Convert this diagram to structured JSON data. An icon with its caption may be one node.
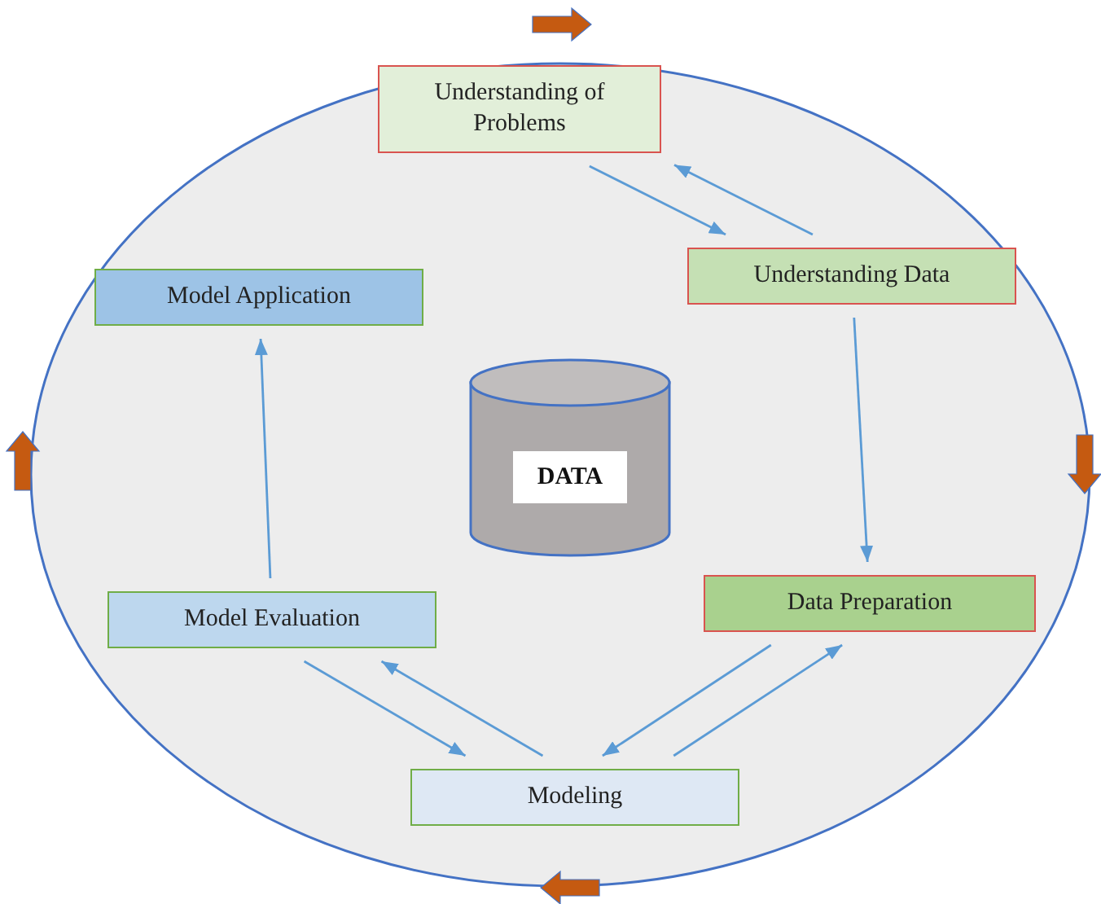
{
  "diagram": {
    "nodes": [
      {
        "text": [],
        "shape": "ellipse"
      },
      {
        "text": [
          "Understanding of Problems"
        ],
        "in": 0
      },
      {
        "text": [
          "Understanding Data"
        ],
        "in": 0
      },
      {
        "text": [
          "Data Preparation"
        ],
        "in": 0
      },
      {
        "text": [
          "Modeling"
        ],
        "in": 0
      },
      {
        "text": [
          "Model Evaluation"
        ],
        "in": 0
      },
      {
        "text": [
          "Model Application"
        ],
        "in": 0
      },
      {
        "text": [
          "DATA"
        ],
        "in": 0
      }
    ],
    "edges": [
      {
        "from": 1,
        "to": 2,
        "arrow": "to"
      },
      {
        "from": 2,
        "to": 1,
        "arrow": "to"
      },
      {
        "from": 2,
        "to": 3,
        "arrow": "to"
      },
      {
        "from": 3,
        "to": 4,
        "arrow": "to"
      },
      {
        "from": 4,
        "to": 3,
        "arrow": "to"
      },
      {
        "from": 4,
        "to": 5,
        "arrow": "to"
      },
      {
        "from": 5,
        "to": 4,
        "arrow": "to"
      },
      {
        "from": 5,
        "to": 6,
        "arrow": "to"
      }
    ]
  }
}
